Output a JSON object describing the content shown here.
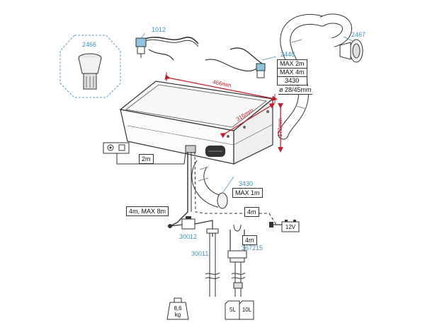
{
  "parts": {
    "p1012": "1012",
    "p2466": "2466",
    "p2467": "2467",
    "p2448": "2448",
    "p3430": "3430",
    "p30012": "30012",
    "p30011": "30011",
    "p367215": "367215"
  },
  "dimensions": {
    "width": "466mm",
    "depth": "316mm",
    "height": "172mm"
  },
  "specs": {
    "pump_max": "MAX 2m",
    "hose_max": "MAX 4m",
    "hose_part": "3430",
    "hose_diam": "ø 28/45mm",
    "duct_max": "MAX 1m"
  },
  "cables": {
    "c2m_panel": "2m",
    "c4m_max8m": "4m, MAX 8m",
    "c4m_power": "4m",
    "c4m_tank": "4m"
  },
  "power": {
    "voltage": "12V"
  },
  "weight": {
    "value": "8,6",
    "unit": "kg"
  },
  "tanks": {
    "small": "5L",
    "large": "10L"
  }
}
